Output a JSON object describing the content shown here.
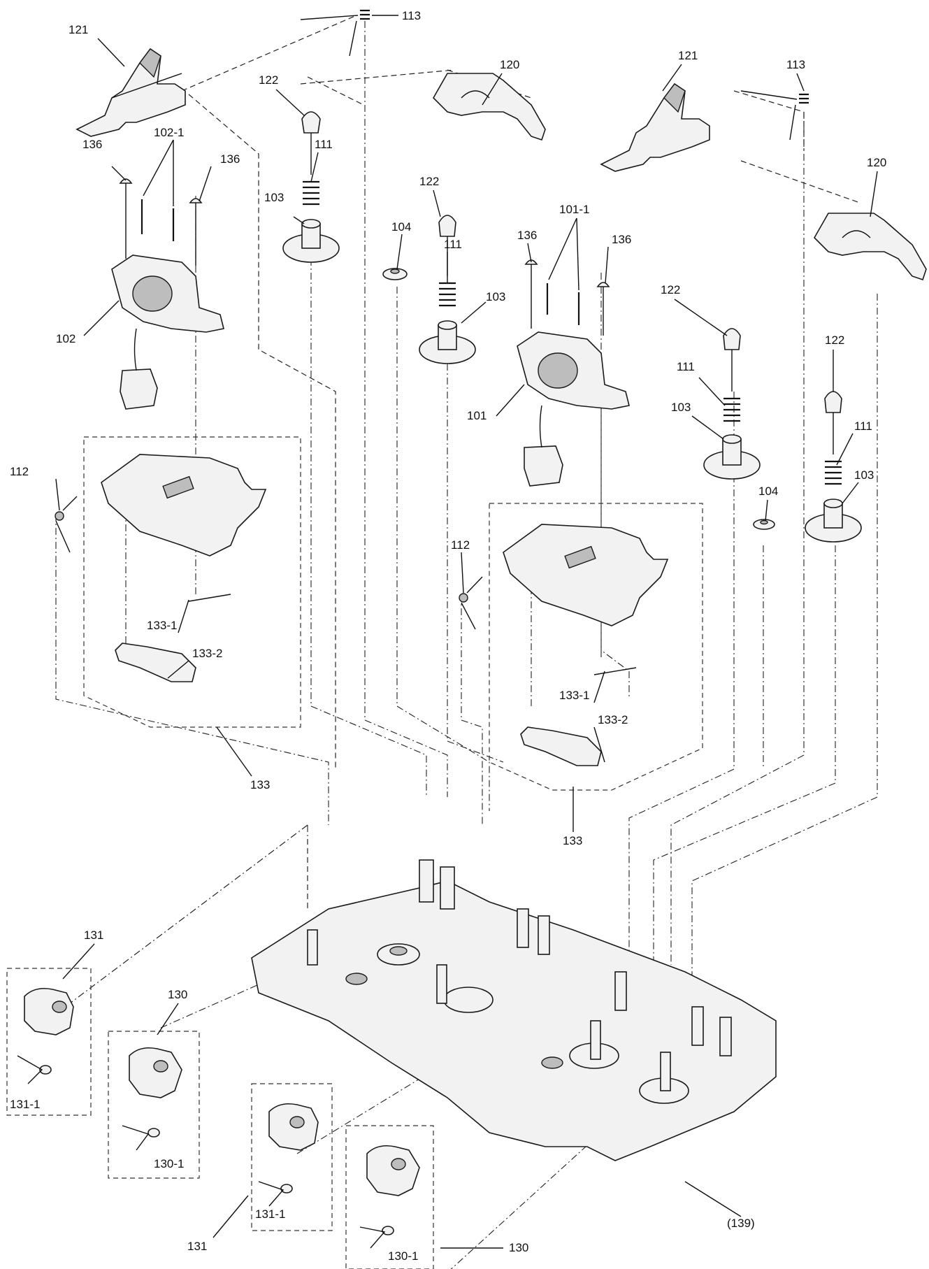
{
  "labels": {
    "l113a": "113",
    "l113b": "113",
    "l121a": "121",
    "l121b": "121",
    "l120a": "120",
    "l120b": "120",
    "l122a": "122",
    "l122b": "122",
    "l122c": "122",
    "l122d": "122",
    "l111a": "111",
    "l111b": "111",
    "l111c": "111",
    "l111d": "111",
    "l103a": "103",
    "l103b": "103",
    "l103c": "103",
    "l103d": "103",
    "l104a": "104",
    "l104b": "104",
    "l136a": "136",
    "l136b": "136",
    "l136c": "136",
    "l136d": "136",
    "l1021": "102-1",
    "l1011": "101-1",
    "l102": "102",
    "l101": "101",
    "l112a": "112",
    "l112b": "112",
    "l1331a": "133-1",
    "l1331b": "133-1",
    "l1332a": "133-2",
    "l1332b": "133-2",
    "l133a": "133",
    "l133b": "133",
    "l131a": "131",
    "l131b": "131",
    "l130a": "130",
    "l130b": "130",
    "l1311a": "131-1",
    "l1311b": "131-1",
    "l1301a": "130-1",
    "l1301b": "130-1",
    "l139": "(139)"
  },
  "colors": {
    "line": "#111111",
    "part_fill": "#f2f2f2",
    "part_shade": "#bdbdbd",
    "background": "#ffffff"
  }
}
